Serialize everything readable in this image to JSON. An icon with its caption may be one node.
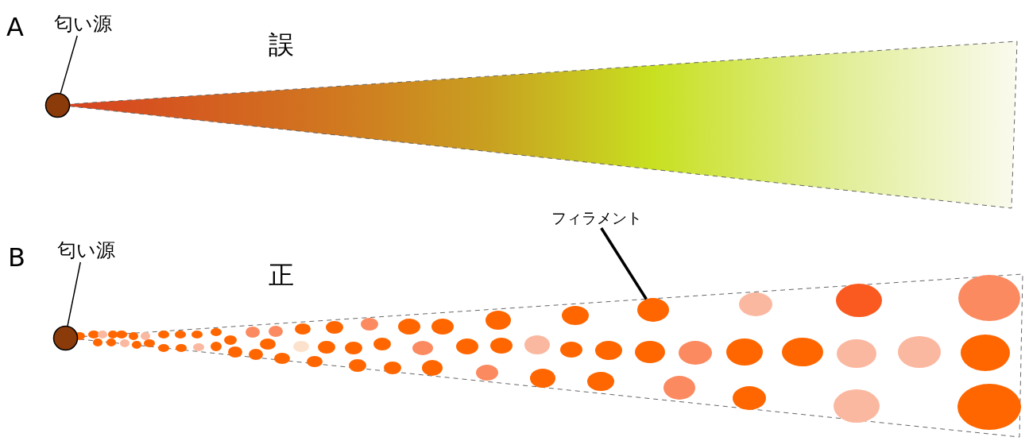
{
  "diagram": {
    "nodes": [
      {
        "text": [
          "匂い源"
        ]
      },
      {
        "text": [],
        "shape": "circle"
      },
      {
        "text": [
          "匂い源"
        ]
      },
      {
        "text": [],
        "shape": "circle"
      },
      {
        "text": [
          "フィラメント"
        ]
      },
      {
        "text": [],
        "shape": "circle"
      }
    ],
    "edges": [
      {
        "from": 0,
        "to": 1,
        "arrow": "none"
      },
      {
        "from": 2,
        "to": 3,
        "arrow": "none"
      },
      {
        "from": 4,
        "to": 5,
        "arrow": "none",
        "style": "thick"
      }
    ],
    "labels": [
      "A",
      "誤",
      "B",
      "正"
    ]
  }
}
